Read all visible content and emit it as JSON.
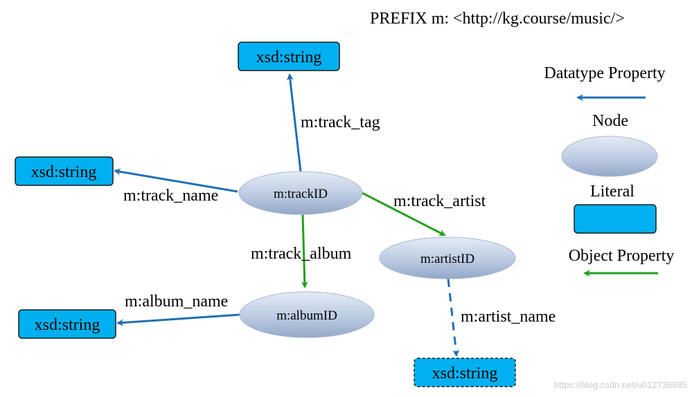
{
  "prefix": "PREFIX m: <http://kg.course/music/>",
  "colors": {
    "datatype_edge": "#1f6fb5",
    "object_edge": "#22a11d",
    "literal_fill": "#00b0f0",
    "node_fill_light": "#dde6f2",
    "node_fill_dark": "#9db0cd"
  },
  "nodes": {
    "track": "m:trackID",
    "artist": "m:artistID",
    "album": "m:albumID"
  },
  "literals": {
    "tag": "xsd:string",
    "name": "xsd:string",
    "album_name": "xsd:string",
    "artist_name": "xsd:string"
  },
  "edges": {
    "track_tag": "m:track_tag",
    "track_name": "m:track_name",
    "track_artist": "m:track_artist",
    "track_album": "m:track_album",
    "album_name": "m:album_name",
    "artist_name": "m:artist_name"
  },
  "legend": {
    "datatype_property": "Datatype Property",
    "node": "Node",
    "literal": "Literal",
    "object_property": "Object Property"
  },
  "watermark": "https://blog.csdn.net/u012736685"
}
